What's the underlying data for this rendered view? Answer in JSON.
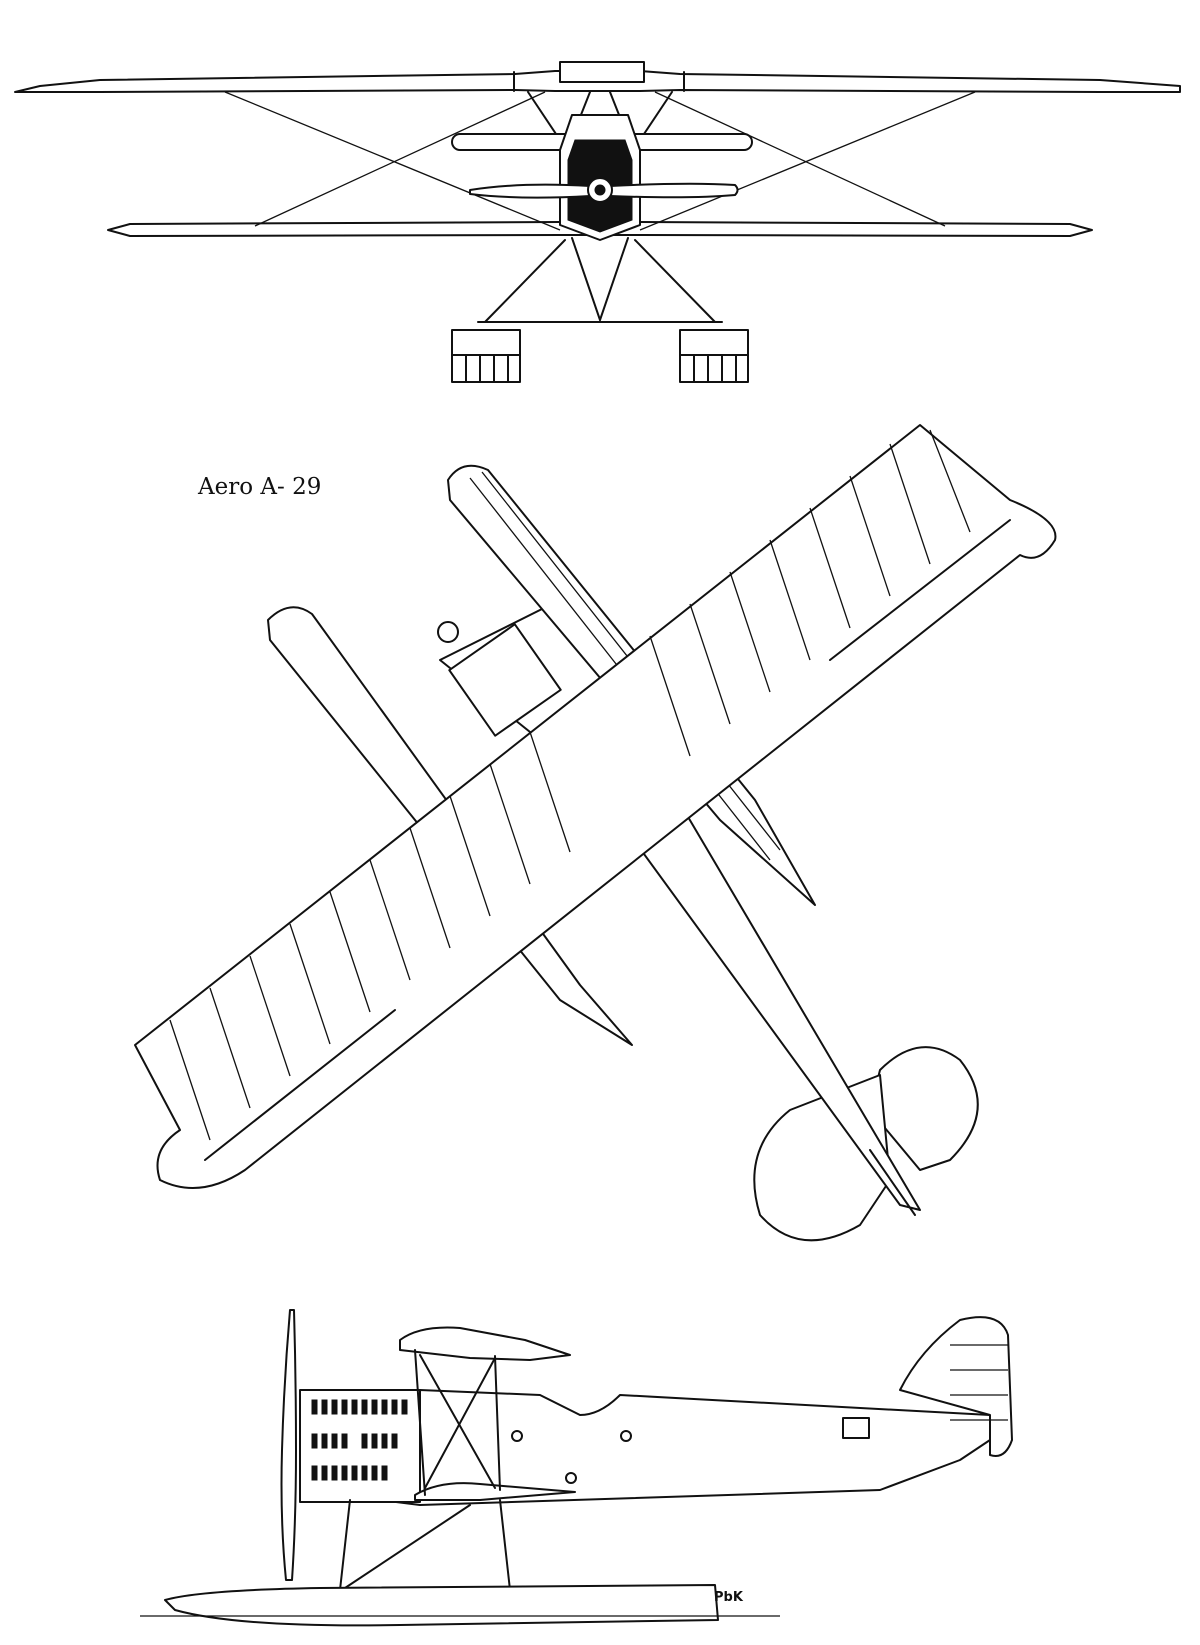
{
  "title": "Aero A- 29",
  "signature": "PbK",
  "views": [
    "front-view",
    "top-view",
    "side-view"
  ]
}
